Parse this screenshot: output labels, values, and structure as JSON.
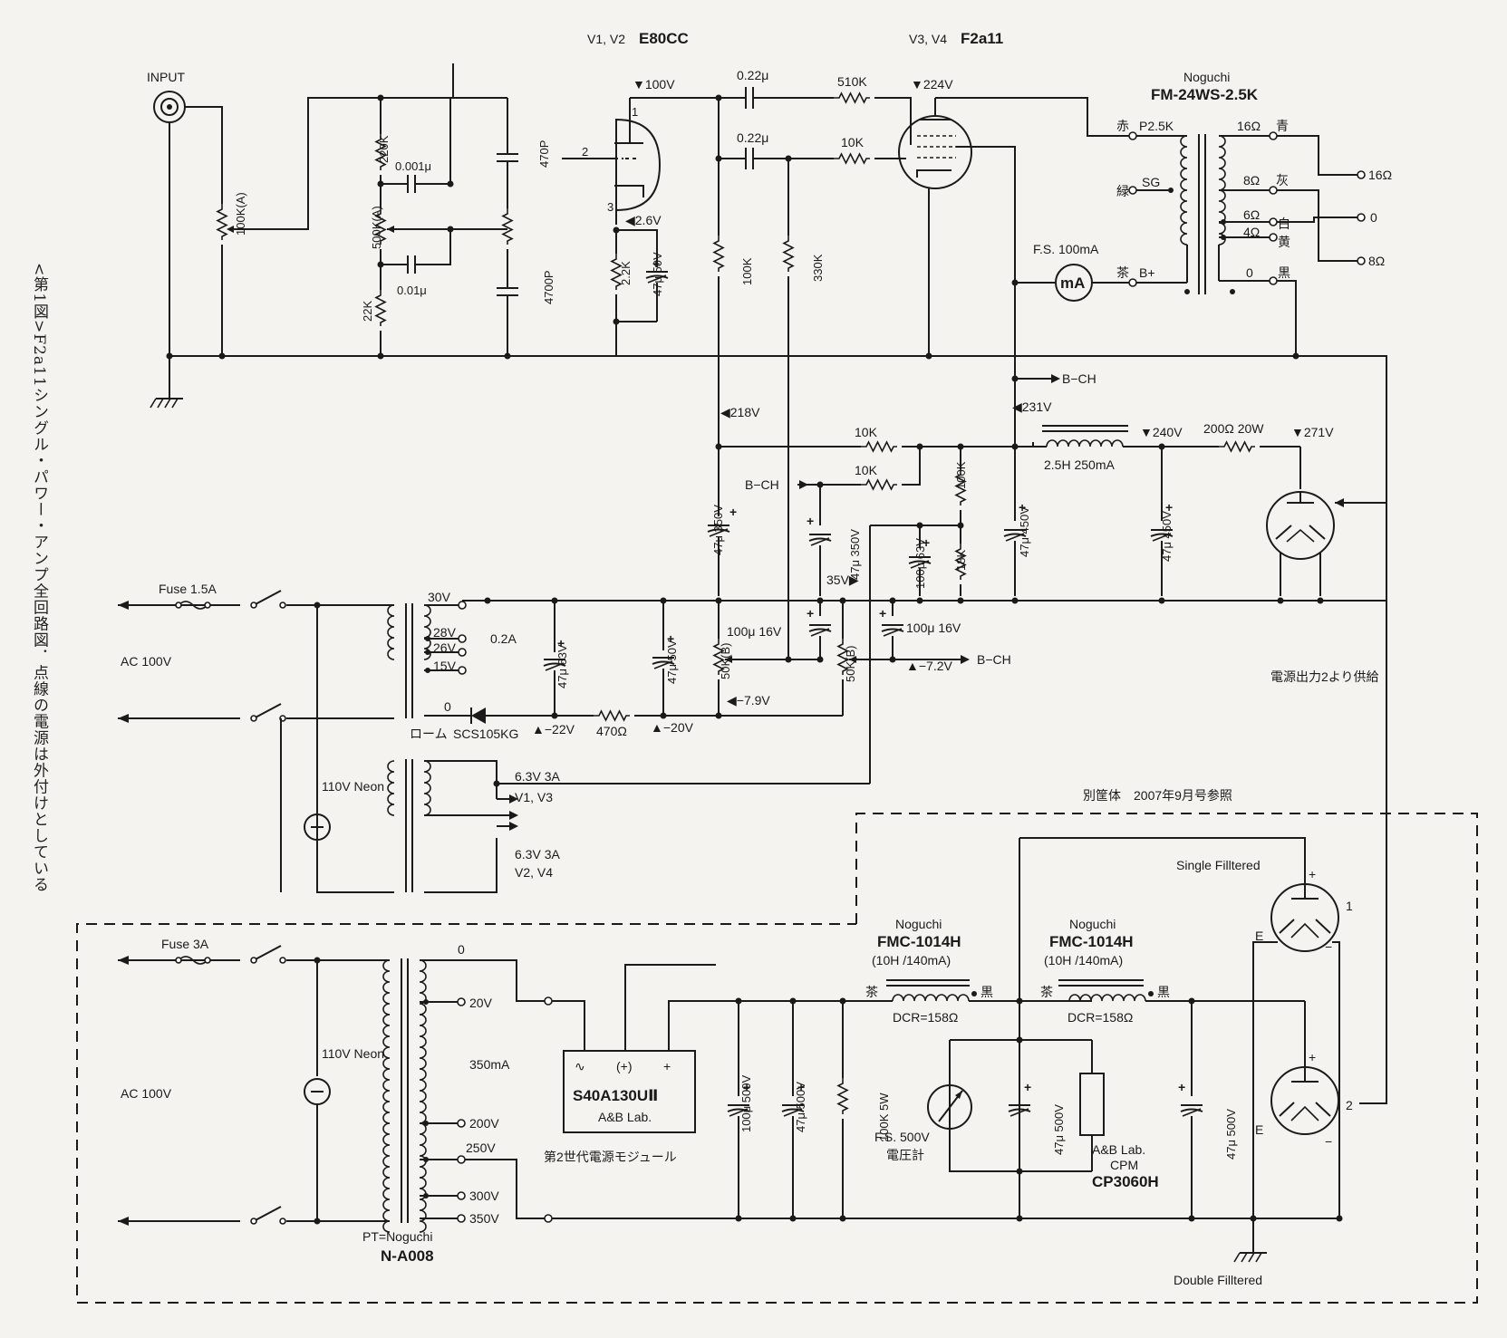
{
  "caption": {
    "prefix": "<第1図>",
    "text": "F2a11シングル・パワー・アンプ全回路図．点線の電源は外付けとしている"
  },
  "tubes": {
    "v12": "V1, V2",
    "v12_type": "E80CC",
    "v34": "V3, V4",
    "v34_type": "F2a11",
    "rect1": "ローム",
    "rect1_type": "SCS105KG"
  },
  "opt": {
    "maker": "Noguchi",
    "model": "FM-24WS-2.5K",
    "p_color": "赤",
    "p_label": "P2.5K",
    "sg_color": "緑",
    "sg_label": "SG",
    "bp_color": "茶",
    "bp_label": "B+",
    "t16": "16Ω",
    "c16": "青",
    "t8": "8Ω",
    "c8": "灰",
    "t6": "6Ω",
    "c6": "白",
    "t4": "4Ω",
    "c4": "黄",
    "t0": "0",
    "c0": "黒",
    "o16": "16Ω",
    "o0": "0",
    "o8": "8Ω"
  },
  "labels": {
    "input": "INPUT",
    "vol": "100K(A)",
    "r220k": "220K",
    "c001": "0.001μ",
    "c470p": "470P",
    "r500k": "500K(A)",
    "c0_01": "0.01μ",
    "r22k": "22K",
    "c4700p": "4700P",
    "v100": "▼100V",
    "pin1": "1",
    "pin2": "2",
    "pin3": "3",
    "v2_6": "◀2.6V",
    "r2_2k": "2.2K",
    "c47_50": "47μ 50V",
    "cc1": "0.22μ",
    "cc2": "0.22μ",
    "r510k": "510K",
    "r10k_g": "10K",
    "v224": "▼224V",
    "r100k_p": "100K",
    "r330k": "330K",
    "meter": "F.S. 100mA",
    "ma": "mA",
    "bch1": "B−CH",
    "v231": "◀231V",
    "v218": "◀218V",
    "r10k_a": "10K",
    "r10k_b": "10K",
    "bch2": "B−CH",
    "choke": "2.5H 250mA",
    "v240": "▼240V",
    "r200": "200Ω 20W",
    "v271": "▼271V",
    "c47_350a": "47μ 350V",
    "c47_350b": "47μ 350V",
    "r100k_d": "100K",
    "c100_63": "100μ 63V",
    "r18k": "18K",
    "c47_450a": "47μ 450V",
    "c47_450b": "47μ 450V",
    "v35": "35V▶",
    "c100_16a": "100μ 16V",
    "c100_16b": "100μ 16V",
    "pot50a": "50K(B)",
    "pot50b": "50K(B)",
    "v7_9": "◀−7.9V",
    "v7_2": "▲−7.2V",
    "bch3": "B−CH",
    "fuse1": "Fuse 1.5A",
    "ac1": "AC 100V",
    "t30": "30V",
    "t28": "28V",
    "t26": "26V",
    "t15": "15V",
    "t0a": "0",
    "ia": "0.2A",
    "c47_63": "47μ 63V",
    "c47_50b": "47μ 50V",
    "v22": "▲−22V",
    "r470": "470Ω",
    "v20": "▲−20V",
    "neon1": "110V Neon",
    "h1": "6.3V 3A",
    "h1b": "V1, V3",
    "h2": "6.3V 3A",
    "h2b": "V2, V4",
    "supply_note": "電源出力2より供給"
  },
  "psu": {
    "title": "別筐体　2007年9月号参照",
    "fuse": "Fuse 3A",
    "ac": "AC 100V",
    "neon": "110V Neon",
    "pt": "PT=Noguchi",
    "pt_model": "N-A008",
    "taps": [
      "0",
      "20V",
      "350mA",
      "200V",
      "250V",
      "300V",
      "350V"
    ],
    "mod1": "∿",
    "mod2": "(+)",
    "mod3": "+",
    "mod_name": "S40A130UⅡ",
    "mod_maker": "A&B Lab.",
    "mod_desc": "第2世代電源モジュール",
    "c100_500": "100μ 500V",
    "c47_500a": "47μ 500V",
    "r100k5w": "100K 5W",
    "ch_maker1": "Noguchi",
    "ch_model1": "FMC-1014H",
    "ch_spec1": "(10H /140mA)",
    "dcr1": "DCR=158Ω",
    "ch_maker2": "Noguchi",
    "ch_model2": "FMC-1014H",
    "ch_spec2": "(10H /140mA)",
    "dcr2": "DCR=158Ω",
    "brown": "茶",
    "black": "黒",
    "vm1": "F.S. 500V",
    "vm2": "電圧計",
    "c47_500b": "47μ 500V",
    "cpm1": "A&B Lab.",
    "cpm2": "CPM",
    "cpm3": "CP3060H",
    "c47_500c": "47μ 500V",
    "single": "Single Filltered",
    "double": "Double Filltered",
    "out1": "1",
    "out2": "2",
    "e": "E",
    "plus": "+",
    "minus": "−"
  }
}
